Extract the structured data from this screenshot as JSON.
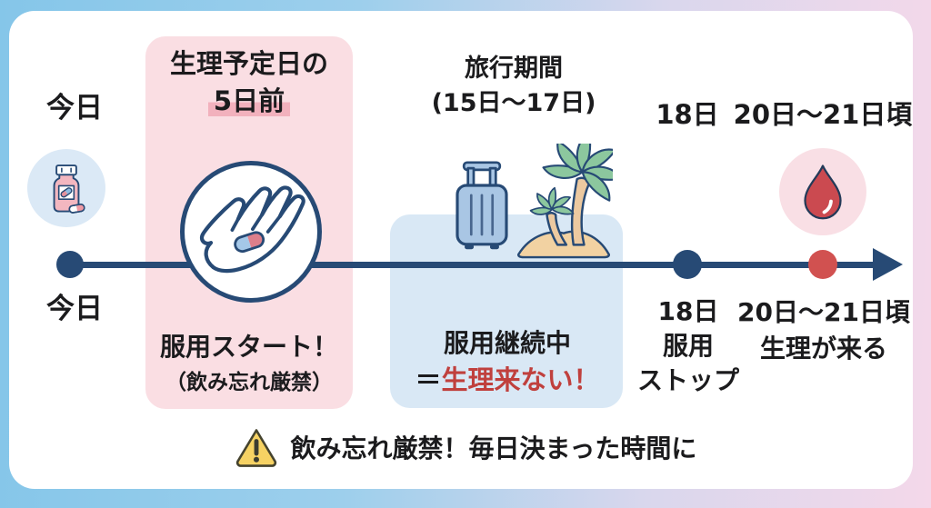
{
  "stages": {
    "today": {
      "top_label": "今日",
      "bottom_label": "今日"
    },
    "start": {
      "panel_title_line1": "生理予定日の",
      "panel_title_line2": "5日前",
      "caption_line1": "服用スタート！",
      "caption_line2": "（飲み忘れ厳禁）"
    },
    "travel": {
      "title_line1": "旅行期間",
      "title_line2": "(15日〜17日)",
      "caption_line1": "服用継続中",
      "caption_equals": "＝",
      "caption_emphasis": "生理来ない！"
    },
    "stop": {
      "date_label": "18日",
      "caption_line1": "18日",
      "caption_line2": "服用",
      "caption_line3": "ストップ"
    },
    "period": {
      "date_label": "20日〜21日頃",
      "caption_line1": "20日〜21日頃",
      "caption_line2": "生理が来る"
    }
  },
  "warning": {
    "text": "飲み忘れ厳禁！毎日決まった時間に"
  },
  "icons": {
    "pill_bottle": "pill-bottle-icon",
    "hand_with_pill": "hand-with-pill-icon",
    "suitcase": "suitcase-icon",
    "palm_tree": "palm-tree-icon",
    "blood_drop": "blood-drop-icon",
    "warning_triangle": "warning-triangle-icon"
  },
  "colors": {
    "background_blue": "#85c6e9",
    "background_pink": "#f4d8ea",
    "card": "#ffffff",
    "start_panel_pink": "#fadee3",
    "travel_panel_blue": "#d9e8f5",
    "highlight_pink": "#f2b1bd",
    "timeline_navy": "#274a75",
    "marker_red": "#d15150",
    "emphasis_red": "#c0403d",
    "warning_yellow": "#f6d263"
  }
}
